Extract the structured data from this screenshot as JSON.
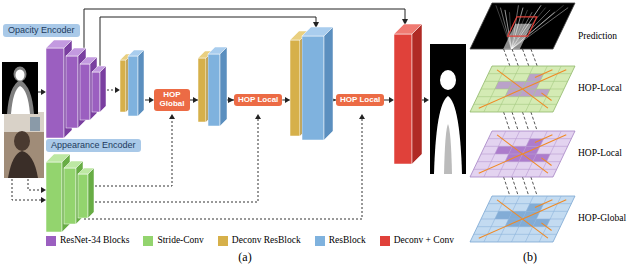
{
  "diagram": {
    "nodes": [
      {
        "text": [
          "Opacity Encoder"
        ]
      },
      {
        "text": [
          "Appearance Encoder"
        ]
      },
      {
        "text": [
          "HOP Global"
        ]
      },
      {
        "text": [
          "HOP Local"
        ]
      },
      {
        "text": [
          "HOP Local"
        ]
      },
      {
        "text": [
          "Prediction"
        ]
      },
      {
        "text": [
          "HOP-Local"
        ]
      },
      {
        "text": [
          "HOP-Local"
        ]
      },
      {
        "text": [
          "HOP-Global"
        ]
      }
    ],
    "edges": [
      {
        "from": 2,
        "to": 3,
        "arrow": "to"
      },
      {
        "from": 3,
        "to": 4,
        "arrow": "to"
      },
      {
        "from": 5,
        "to": 6,
        "arrow": "none"
      },
      {
        "from": 6,
        "to": 7,
        "arrow": "none"
      },
      {
        "from": 7,
        "to": 8,
        "arrow": "none"
      }
    ],
    "labels": [
      "(a)",
      "(b)"
    ],
    "legend": [
      {
        "text": "ResNet-34 Blocks",
        "color": "#9b5fc0"
      },
      {
        "text": "Stride-Conv",
        "color": "#93d46e"
      },
      {
        "text": "Deconv ResBlock",
        "color": "#d6b04a"
      },
      {
        "text": "ResBlock",
        "color": "#7fb2de"
      },
      {
        "text": "Deconv + Conv",
        "color": "#e0413a"
      }
    ]
  }
}
